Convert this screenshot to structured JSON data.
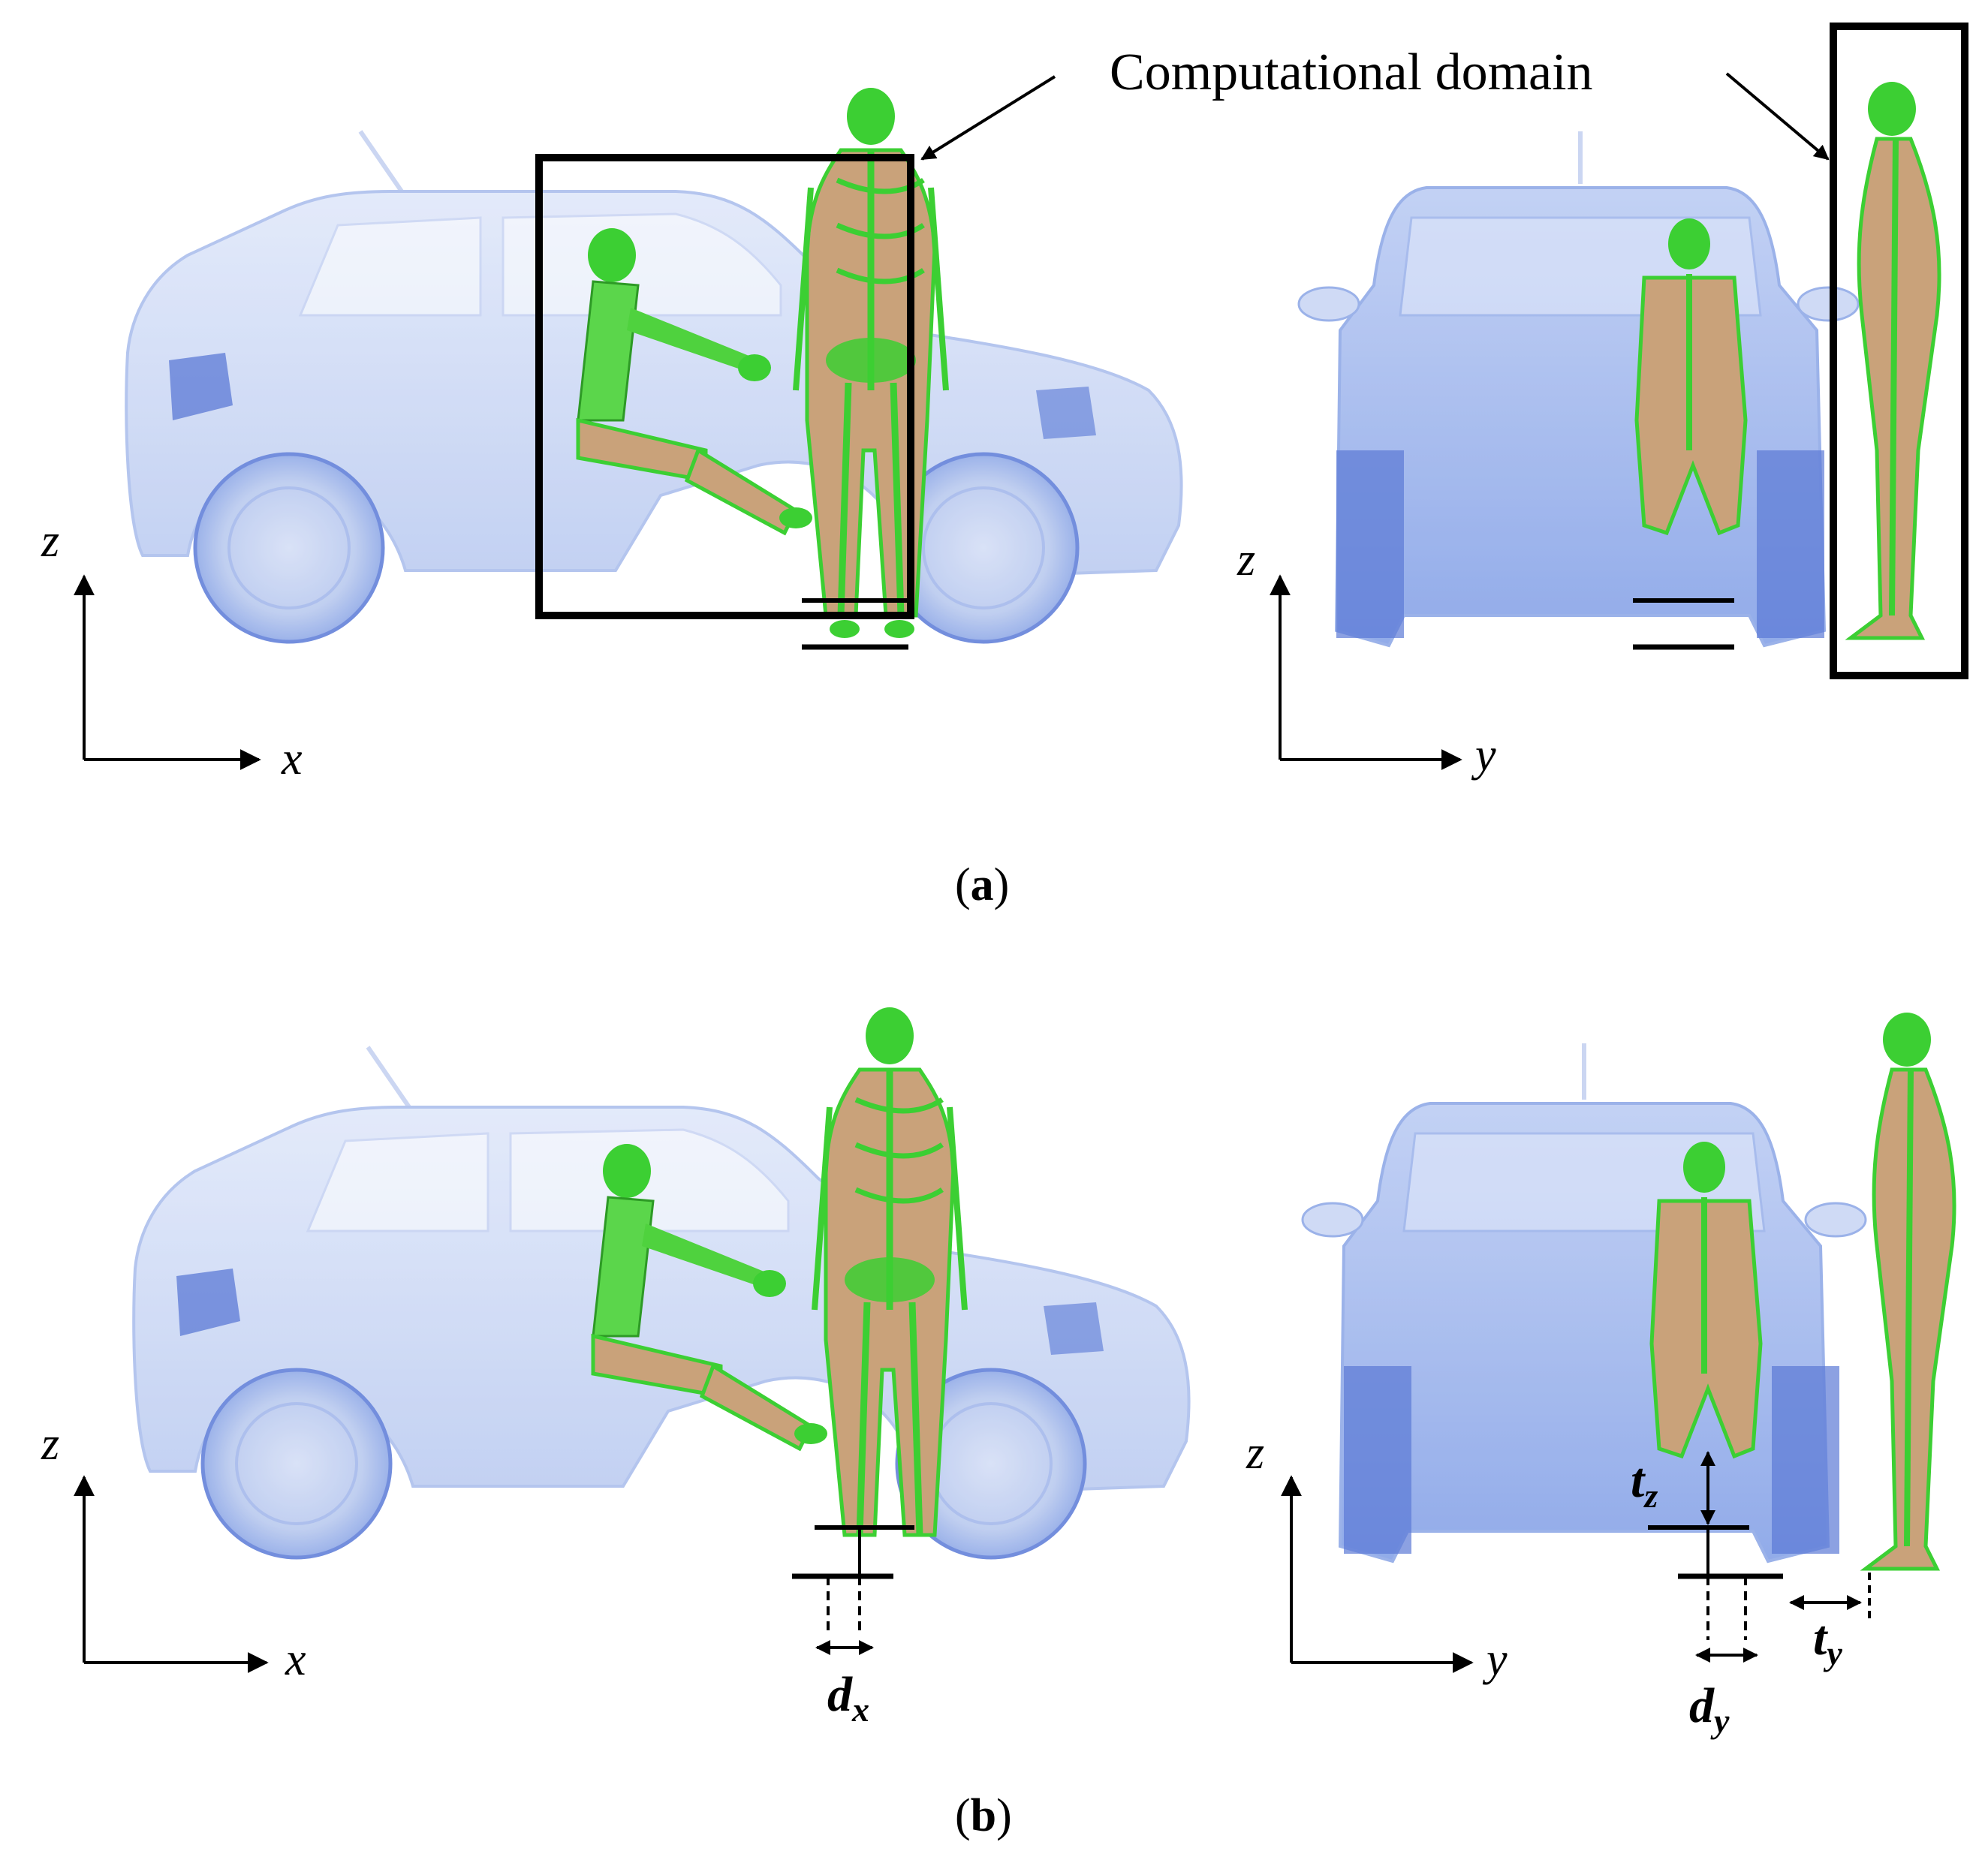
{
  "annotation": {
    "label": "Computational domain"
  },
  "panels": [
    {
      "id": "a",
      "caption": "a",
      "side_view": {
        "horizontal_axis": "x",
        "vertical_axis": "z"
      },
      "rear_view": {
        "horizontal_axis": "y",
        "vertical_axis": "z"
      }
    },
    {
      "id": "b",
      "caption": "b",
      "side_view": {
        "horizontal_axis": "x",
        "vertical_axis": "z",
        "dimension_label": {
          "base": "d",
          "subscript": "x"
        }
      },
      "rear_view": {
        "horizontal_axis": "y",
        "vertical_axis": "z",
        "dimension_labels": [
          {
            "base": "t",
            "subscript": "z"
          },
          {
            "base": "d",
            "subscript": "y"
          },
          {
            "base": "t",
            "subscript": "y"
          }
        ]
      }
    }
  ],
  "colors": {
    "car_body": "#c9d6f3",
    "car_outline": "#6f8fdc",
    "car_dark": "#3f63cf",
    "skeleton": "#3ccf33",
    "skin": "#c9a27a",
    "frame": "#000000"
  }
}
